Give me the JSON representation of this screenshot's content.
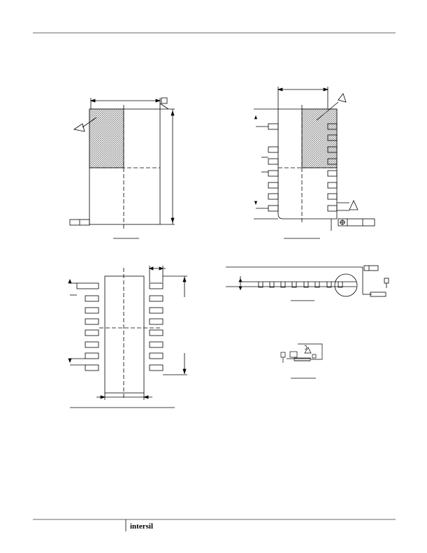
{
  "footer": {
    "brand": "intersil"
  },
  "palette": {
    "line": "#000000",
    "hatch": "#7a7a7a",
    "background": "#ffffff"
  },
  "views": [
    {
      "id": "top-view",
      "icons": [
        "datum-flag-icon",
        "triangle-note-icon",
        "pin1-hatch-icon"
      ]
    },
    {
      "id": "bottom-view",
      "icons": [
        "triangle-note-icon",
        "gd-t-frame-icon",
        "pin1-hatch-icon"
      ]
    },
    {
      "id": "land-pattern-view",
      "icons": []
    },
    {
      "id": "side-view",
      "icons": [
        "detail-circle-icon",
        "datum-flag-icon"
      ]
    },
    {
      "id": "detail-view",
      "icons": [
        "triangle-note-icon"
      ]
    }
  ]
}
